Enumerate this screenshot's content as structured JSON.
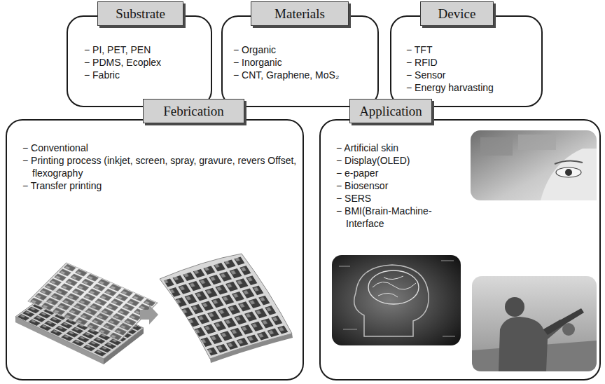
{
  "diagram": {
    "nodes": [
      {
        "text": [
          "Substrate",
          "− PI, PET, PEN",
          "− PDMS, Ecoplex",
          "− Fabric"
        ]
      },
      {
        "text": [
          "Materials",
          "− Organic",
          "− Inorganic",
          "− CNT, Graphene, MoS₂"
        ]
      },
      {
        "text": [
          "Device",
          "− TFT",
          "− RFID",
          "− Sensor",
          "− Energy harvasting"
        ]
      },
      {
        "text": [
          "Febrication",
          "− Conventional",
          "− Printing process (inkjet, screen, spray, gravure, revers Offset, flexography",
          "− Transfer printing"
        ]
      },
      {
        "text": [
          "Application",
          "− Artificial skin",
          "− Display(OLED)",
          "− e-paper",
          "− Biosensor",
          "− SERS",
          "− BMI(Brain-Machine-Interface"
        ]
      }
    ]
  }
}
